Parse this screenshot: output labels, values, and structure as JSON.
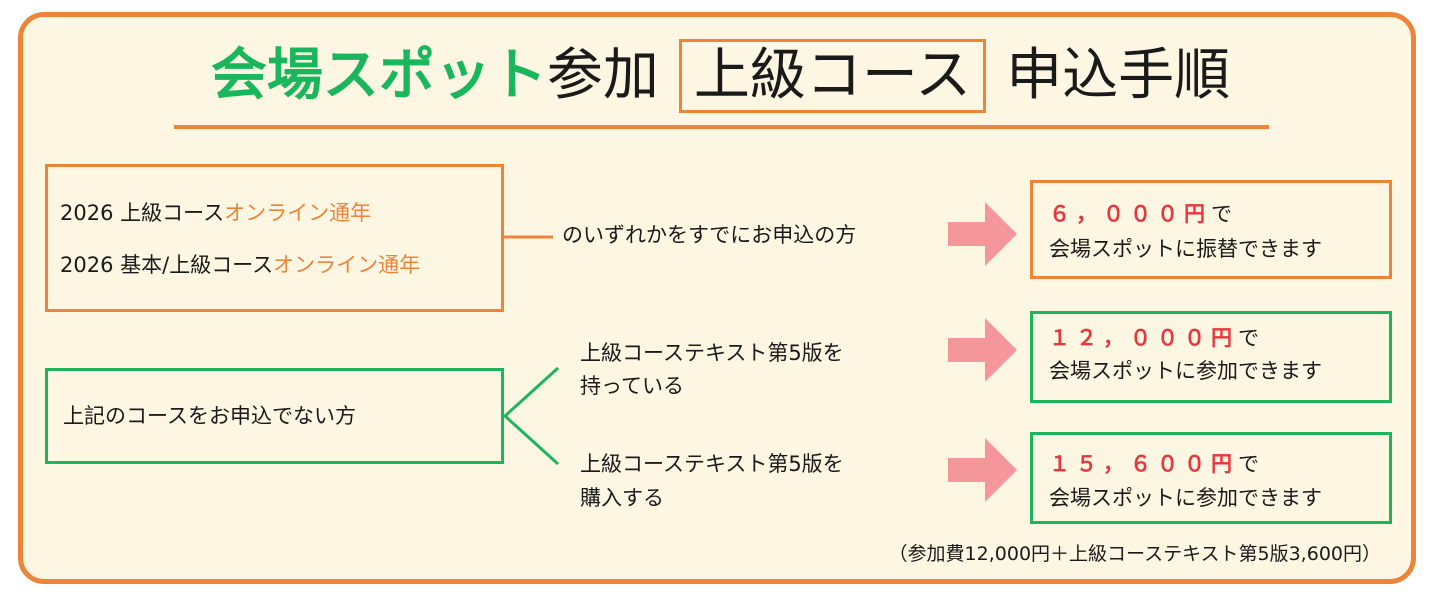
{
  "title": {
    "highlight": "会場スポット",
    "mid": "参加",
    "boxed": "上級コース",
    "end": "申込手順"
  },
  "group1": {
    "items": [
      {
        "prefix": "2026  上級コース",
        "suffix": "オンライン通年"
      },
      {
        "prefix": "2026  基本/上級コース",
        "suffix": "オンライン通年"
      }
    ],
    "condition": "のいずれかをすでにお申込の方",
    "price": "６，０００円",
    "price_tail": "で",
    "result": "会場スポットに振替できます"
  },
  "group2": {
    "label": "上記のコースをお申込でない方",
    "option1": {
      "line1": "上級コーステキスト第5版を",
      "line2": "持っている",
      "price": "１２，０００円",
      "price_tail": "で",
      "result": "会場スポットに参加できます"
    },
    "option2": {
      "line1": "上級コーステキスト第5版を",
      "line2": "購入する",
      "price": "１５，６００円",
      "price_tail": "で",
      "result": "会場スポットに参加できます"
    }
  },
  "footnote": "（参加費12,000円＋上級コーステキスト第5版3,600円）",
  "colors": {
    "orange": "#ec843a",
    "green": "#1ab65c",
    "red": "#e8363c",
    "arrow": "#f4969a",
    "background": "#fdf6e2"
  }
}
